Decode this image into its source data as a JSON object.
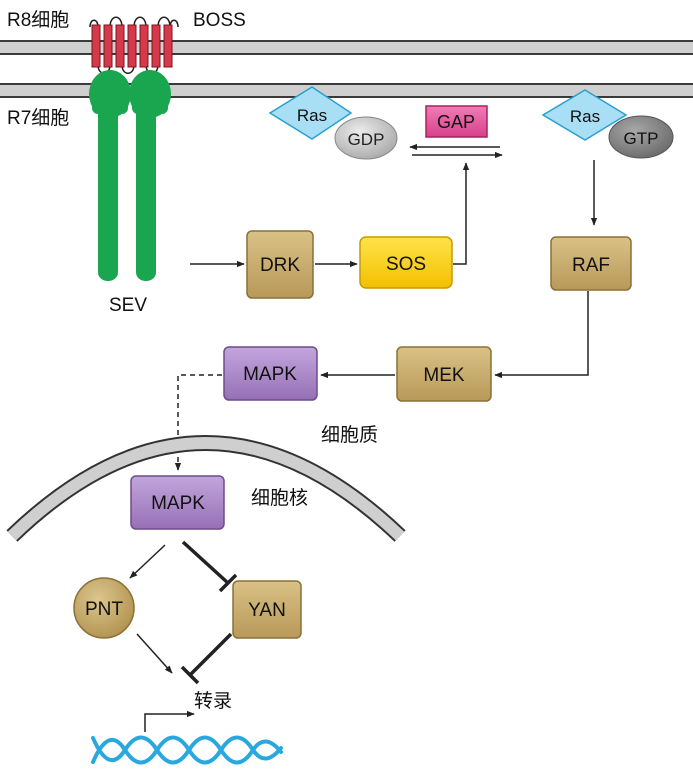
{
  "labels": {
    "r8_cell": "R8细胞",
    "boss": "BOSS",
    "r7_cell": "R7细胞",
    "sev": "SEV",
    "cytoplasm": "细胞质",
    "nucleus": "细胞核",
    "transcription": "转录"
  },
  "nodes": {
    "ras_left": "Ras",
    "gdp": "GDP",
    "gap": "GAP",
    "ras_right": "Ras",
    "gtp": "GTP",
    "drk": "DRK",
    "sos": "SOS",
    "raf": "RAF",
    "mek": "MEK",
    "mapk_cyto": "MAPK",
    "mapk_nuc": "MAPK",
    "pnt": "PNT",
    "yan": "YAN"
  },
  "colors": {
    "membrane_fill": "#cfcfcf",
    "membrane_stroke": "#3a3a3a",
    "boss_red": "#d63a4a",
    "sev_green": "#1aa64f",
    "ras_blue": "#a9dff5",
    "gdp_gray": "#c8c8c8",
    "gtp_gray": "#8a8a8a",
    "gap_pink": "#e0569a",
    "tan_box": "#c9ad6e",
    "sos_yellow": "#f7cf1d",
    "mapk_purple": "#a987c4",
    "dna_blue": "#29a8e0"
  }
}
